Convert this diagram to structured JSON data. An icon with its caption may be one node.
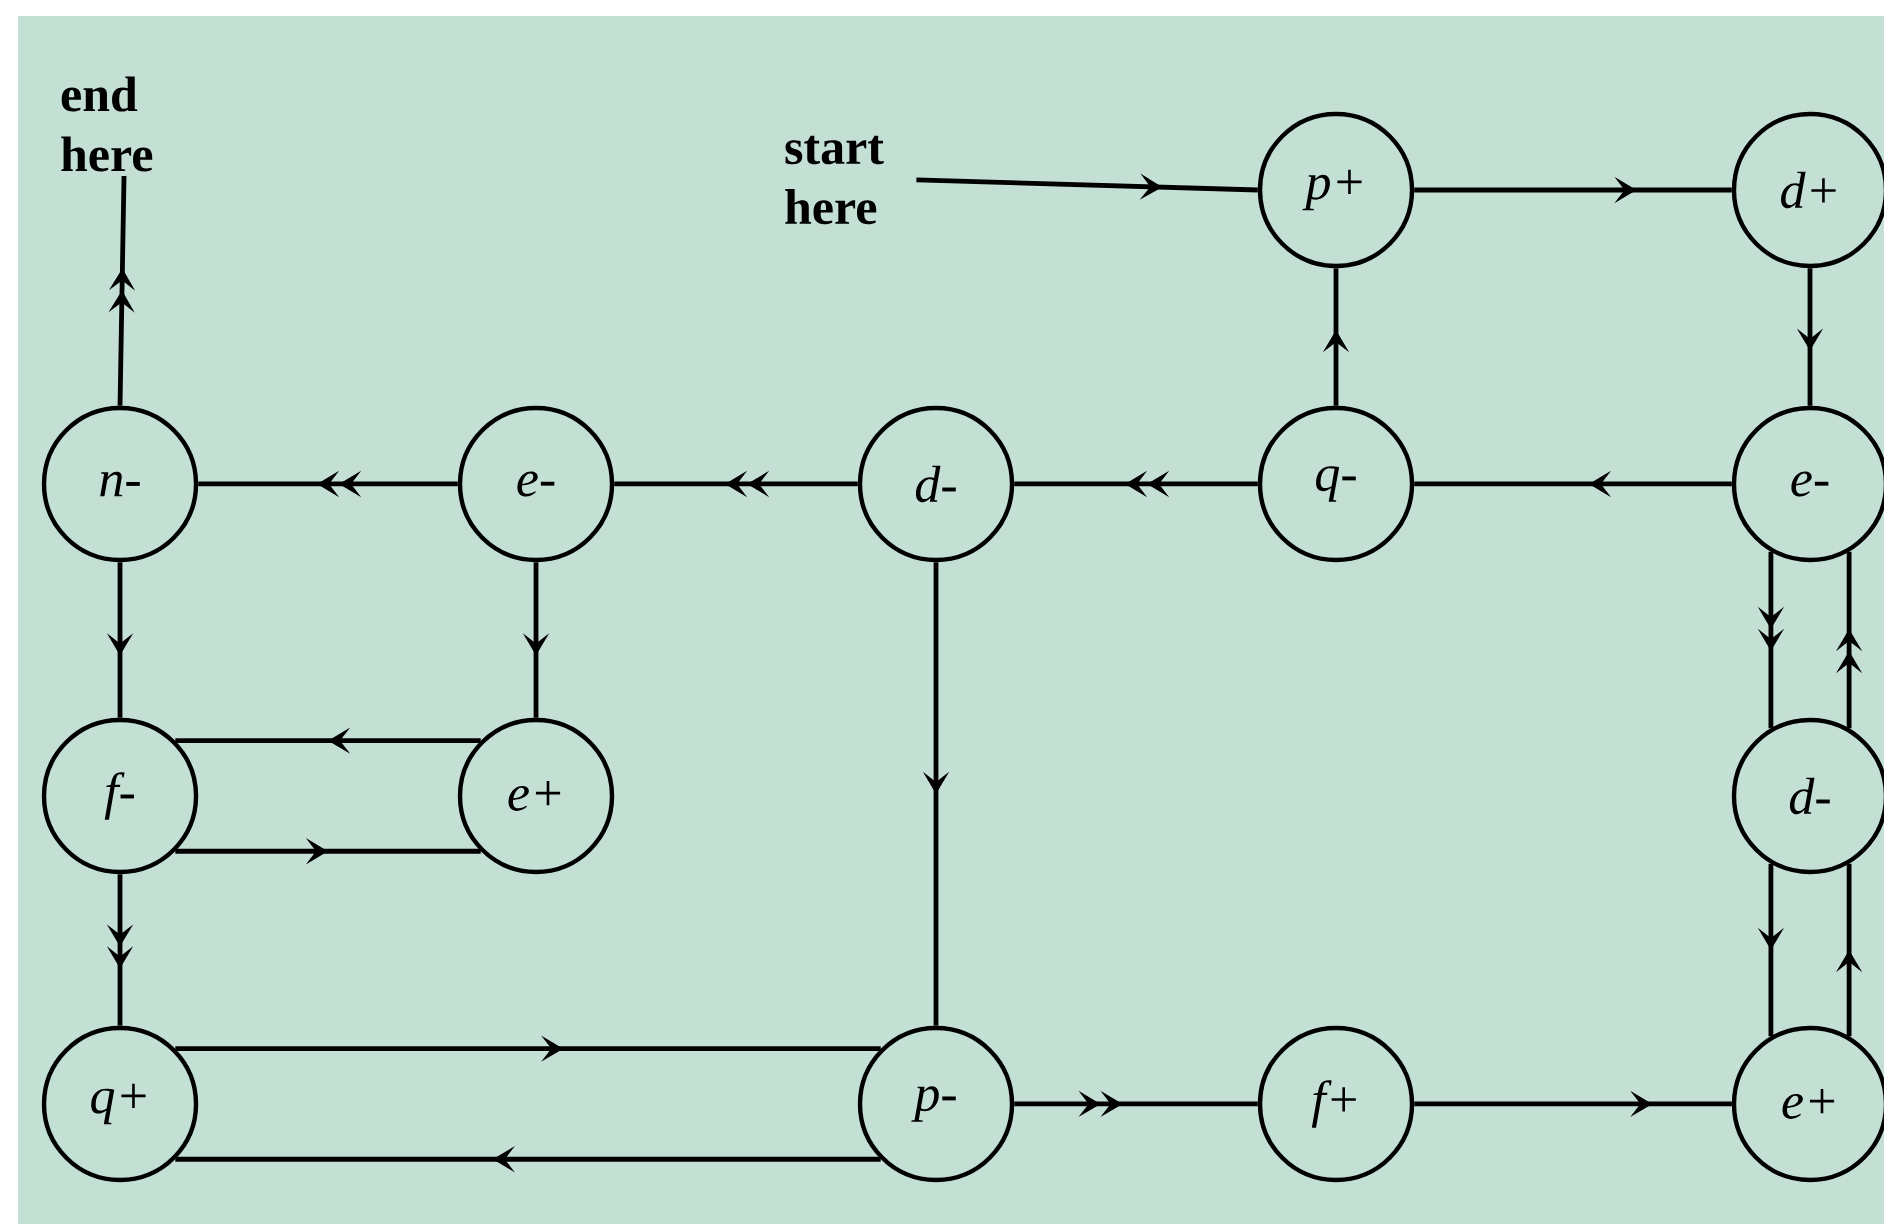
{
  "diagram": {
    "nodes": [
      {
        "text": [
          "end here"
        ]
      },
      {
        "text": [
          "start here"
        ]
      },
      {
        "text": [
          "p+"
        ]
      },
      {
        "text": [
          "d+"
        ]
      },
      {
        "text": [
          "n-"
        ]
      },
      {
        "text": [
          "e-"
        ]
      },
      {
        "text": [
          "d-"
        ]
      },
      {
        "text": [
          "q-"
        ]
      },
      {
        "text": [
          "e-"
        ]
      },
      {
        "text": [
          "f-"
        ]
      },
      {
        "text": [
          "e+"
        ]
      },
      {
        "text": [
          "d-"
        ]
      },
      {
        "text": [
          "q+"
        ]
      },
      {
        "text": [
          "p-"
        ]
      },
      {
        "text": [
          "f+"
        ]
      },
      {
        "text": [
          "e+"
        ]
      }
    ],
    "edges": [
      {
        "from": 1,
        "to": 2,
        "arrow": "to"
      },
      {
        "from": 2,
        "to": 3,
        "arrow": "to"
      },
      {
        "from": 3,
        "to": 8,
        "arrow": "to"
      },
      {
        "from": 8,
        "to": 7,
        "arrow": "to"
      },
      {
        "from": 7,
        "to": 2,
        "arrow": "to"
      },
      {
        "from": 7,
        "to": 6,
        "arrow": "to"
      },
      {
        "from": 6,
        "to": 5,
        "arrow": "to"
      },
      {
        "from": 5,
        "to": 4,
        "arrow": "to"
      },
      {
        "from": 4,
        "to": 0,
        "arrow": "to"
      },
      {
        "from": 4,
        "to": 9,
        "arrow": "to"
      },
      {
        "from": 5,
        "to": 10,
        "arrow": "to"
      },
      {
        "from": 10,
        "to": 9,
        "arrow": "to"
      },
      {
        "from": 9,
        "to": 10,
        "arrow": "to"
      },
      {
        "from": 9,
        "to": 12,
        "arrow": "to"
      },
      {
        "from": 6,
        "to": 13,
        "arrow": "to"
      },
      {
        "from": 12,
        "to": 13,
        "arrow": "to"
      },
      {
        "from": 13,
        "to": 12,
        "arrow": "to"
      },
      {
        "from": 13,
        "to": 14,
        "arrow": "to"
      },
      {
        "from": 14,
        "to": 15,
        "arrow": "to"
      },
      {
        "from": 8,
        "to": 11,
        "arrow": "to"
      },
      {
        "from": 11,
        "to": 8,
        "arrow": "to"
      },
      {
        "from": 15,
        "to": 11,
        "arrow": "to"
      },
      {
        "from": 11,
        "to": 15,
        "arrow": "to"
      }
    ]
  }
}
